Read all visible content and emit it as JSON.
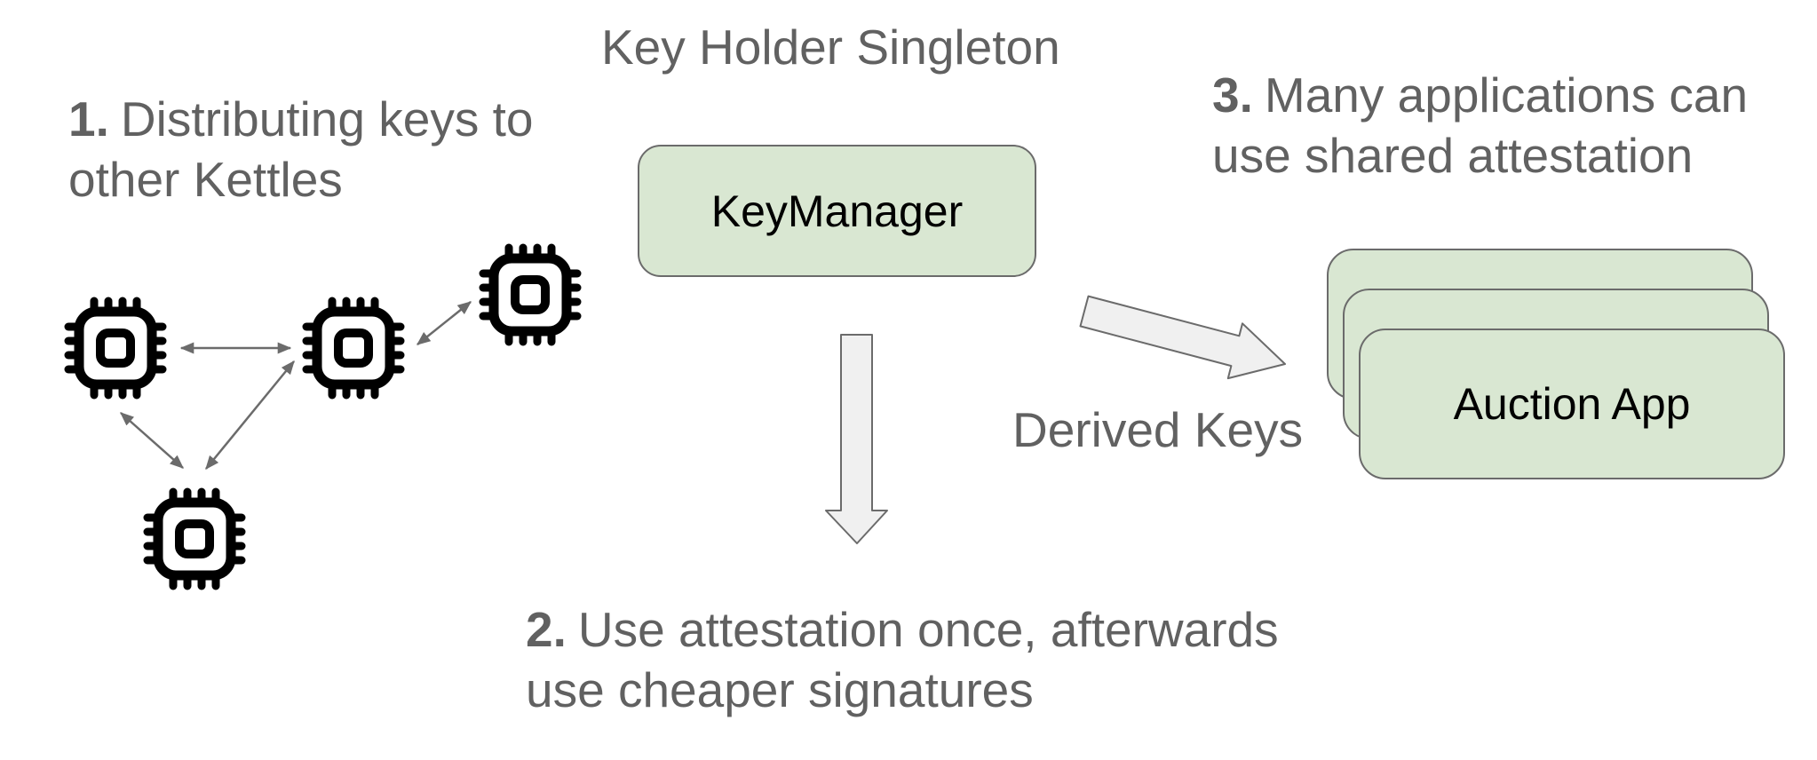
{
  "title": "Key Holder Singleton",
  "labels": {
    "step1": {
      "num": "1.",
      "line1": "Distributing keys to",
      "line2": "other Kettles"
    },
    "step2": {
      "num": "2.",
      "line1": "Use attestation once, afterwards",
      "line2": "use cheaper signatures"
    },
    "step3": {
      "num": "3.",
      "line1": "Many applications can",
      "line2": "use shared attestation"
    },
    "derived_keys": "Derived Keys"
  },
  "nodes": {
    "key_manager": {
      "label": "KeyManager"
    },
    "auction_app": {
      "label": "Auction App",
      "stack_count": 3
    }
  },
  "icons": {
    "chip_icon": "microchip",
    "chip_count": 4
  },
  "colors": {
    "node_fill_green": "#d9e7d2",
    "node_border_gray": "#6b6b6b",
    "label_text_gray": "#616161",
    "block_arrow_fill": "#f0f0f0",
    "block_arrow_stroke": "#6b6b6b",
    "network_arrow_gray": "#6b6b6b",
    "chip_black": "#000000",
    "background": "#ffffff"
  }
}
